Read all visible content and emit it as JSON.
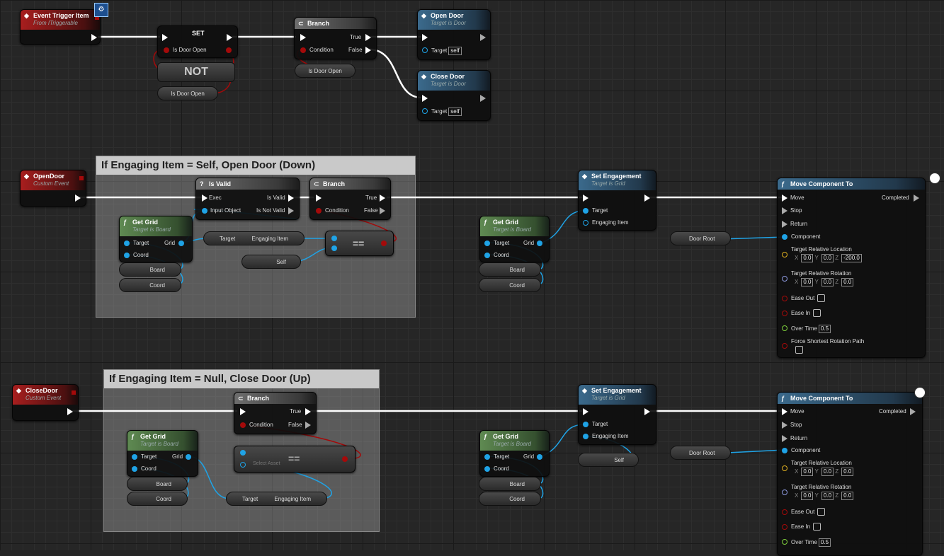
{
  "top": {
    "event_trigger": {
      "title": "Event Trigger Item",
      "subtitle": "From ITriggerable"
    },
    "set": {
      "title": "SET",
      "pin": "Is Door Open"
    },
    "not": {
      "title": "NOT"
    },
    "getter1": {
      "label": "Is Door Open"
    },
    "branch": {
      "title": "Branch",
      "true": "True",
      "false": "False",
      "condition": "Condition"
    },
    "getter2": {
      "label": "Is Door Open"
    },
    "open_door": {
      "title": "Open Door",
      "subtitle": "Target is Door",
      "target": "Target",
      "self": "self"
    },
    "close_door": {
      "title": "Close Door",
      "subtitle": "Target is Door",
      "target": "Target",
      "self": "self"
    }
  },
  "comment1": {
    "title": "If Engaging Item = Self, Open Door (Down)"
  },
  "comment2": {
    "title": "If Engaging Item = Null, Close Door (Up)"
  },
  "open": {
    "event": {
      "title": "OpenDoor",
      "subtitle": "Custom Event"
    },
    "is_valid": {
      "title": "Is Valid",
      "exec": "Exec",
      "is_valid": "Is Valid",
      "input_object": "Input Object",
      "is_not_valid": "Is Not Valid"
    },
    "branch": {
      "title": "Branch",
      "true": "True",
      "false": "False",
      "condition": "Condition"
    },
    "get_grid": {
      "title": "Get Grid",
      "subtitle": "Target is Board",
      "target": "Target",
      "grid": "Grid",
      "coord": "Coord"
    },
    "board": "Board",
    "coord": "Coord",
    "engaging": {
      "target": "Target",
      "engaging_item": "Engaging Item"
    },
    "self": "Self",
    "equals": "==",
    "get_grid2": {
      "title": "Get Grid",
      "subtitle": "Target is Board",
      "target": "Target",
      "grid": "Grid",
      "coord": "Coord"
    },
    "board2": "Board",
    "coord2": "Coord",
    "set_engagement": {
      "title": "Set Engagement",
      "subtitle": "Target is Grid",
      "target": "Target",
      "engaging_item": "Engaging Item"
    },
    "door_root": "Door Root",
    "move": {
      "title": "Move Component To",
      "move": "Move",
      "completed": "Completed",
      "stop": "Stop",
      "return": "Return",
      "component": "Component",
      "trl": "Target Relative Location",
      "lx": "0.0",
      "ly": "0.0",
      "lz": "-200.0",
      "trr": "Target Relative Rotation",
      "rx": "0.0",
      "ry": "0.0",
      "rz": "0.0",
      "ease_out": "Ease Out",
      "ease_in": "Ease In",
      "over_time": "Over Time",
      "time": "0.5",
      "force": "Force Shortest Rotation Path"
    }
  },
  "close": {
    "event": {
      "title": "CloseDoor",
      "subtitle": "Custom Event"
    },
    "branch": {
      "title": "Branch",
      "true": "True",
      "false": "False",
      "condition": "Condition"
    },
    "get_grid": {
      "title": "Get Grid",
      "subtitle": "Target is Board",
      "target": "Target",
      "grid": "Grid",
      "coord": "Coord"
    },
    "board": "Board",
    "coord": "Coord",
    "equals": "==",
    "select_asset": "Select Asset",
    "engaging": {
      "target": "Target",
      "engaging_item": "Engaging Item"
    },
    "get_grid2": {
      "title": "Get Grid",
      "subtitle": "Target is Board",
      "target": "Target",
      "grid": "Grid",
      "coord": "Coord"
    },
    "board2": "Board",
    "coord2": "Coord",
    "set_engagement": {
      "title": "Set Engagement",
      "subtitle": "Target is Grid",
      "target": "Target",
      "engaging_item": "Engaging Item"
    },
    "self": "Self",
    "door_root": "Door Root",
    "move": {
      "title": "Move Component To",
      "move": "Move",
      "completed": "Completed",
      "stop": "Stop",
      "return": "Return",
      "component": "Component",
      "trl": "Target Relative Location",
      "lx": "0.0",
      "ly": "0.0",
      "lz": "0.0",
      "trr": "Target Relative Rotation",
      "rx": "0.0",
      "ry": "0.0",
      "rz": "0.0",
      "ease_out": "Ease Out",
      "ease_in": "Ease In",
      "over_time": "Over Time",
      "time": "0.5"
    }
  },
  "axis": {
    "x": "X",
    "y": "Y",
    "z": "Z"
  },
  "colors": {
    "exec": "#ffffff",
    "object": "#1fa3e6",
    "bool": "#a40a0a",
    "vector": "#e0b020",
    "rotator": "#8e9ae0",
    "float": "#7fd03c"
  }
}
